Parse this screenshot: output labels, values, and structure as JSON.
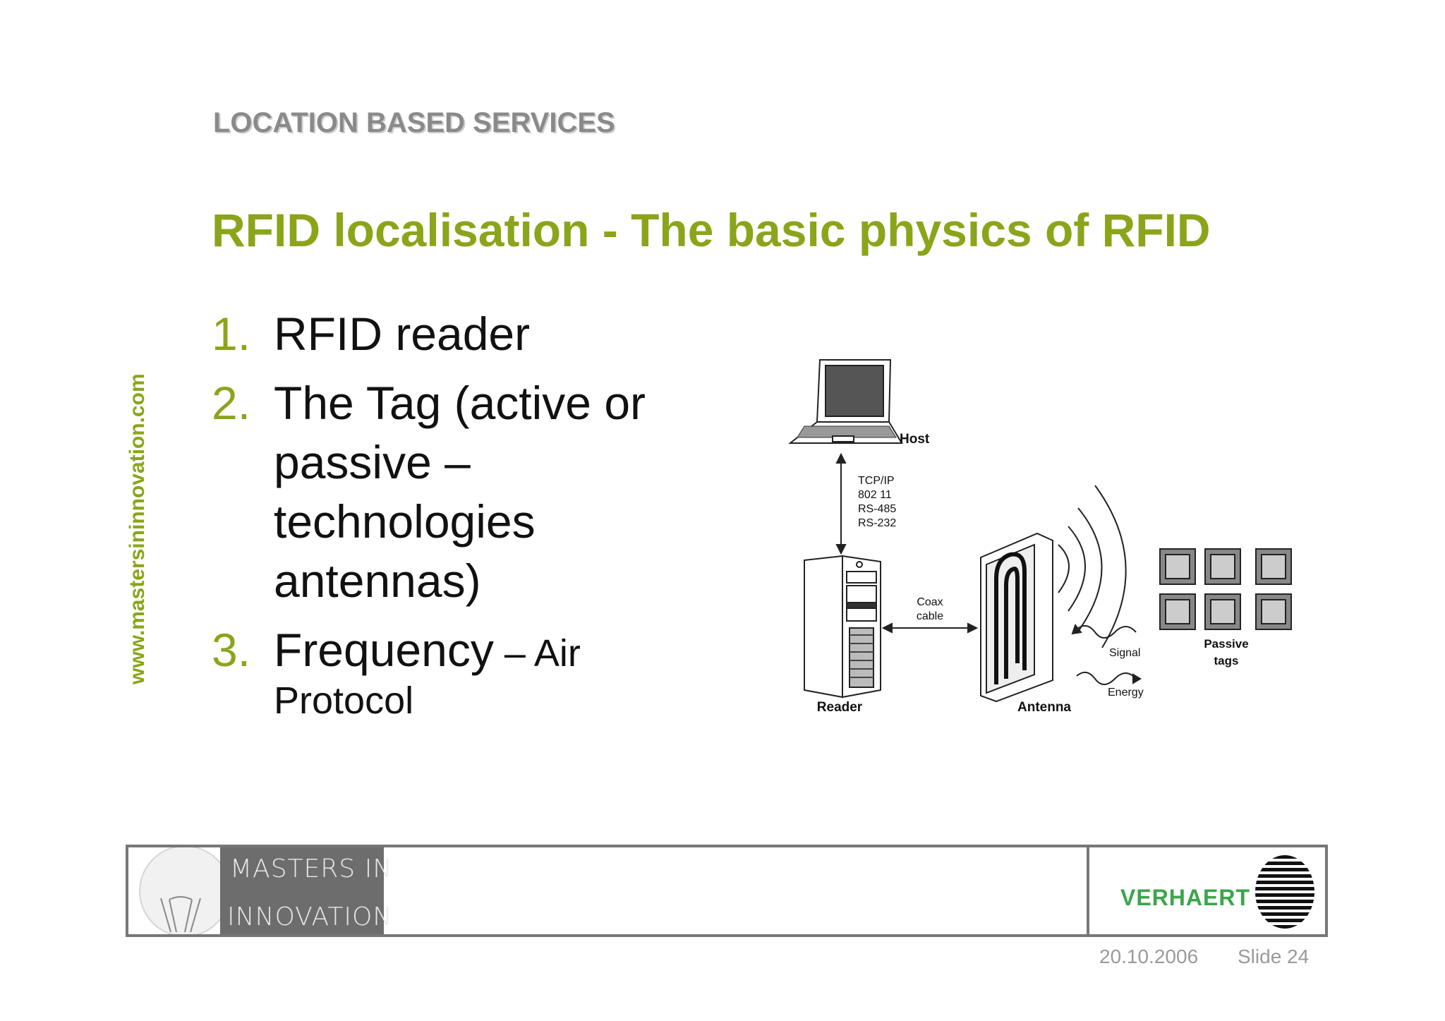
{
  "header": {
    "section": "LOCATION BASED SERVICES",
    "title": "RFID localisation - The basic physics of RFID"
  },
  "sidebar": {
    "url": "www.mastersininnovation.com"
  },
  "list": [
    {
      "num": "1.",
      "lines": [
        "RFID reader"
      ]
    },
    {
      "num": "2.",
      "lines": [
        "The Tag (active or",
        "passive –",
        "technologies",
        "antennas)"
      ]
    },
    {
      "num": "3.",
      "main": "Frequency",
      "suffix": " – Air",
      "cont": "Protocol"
    }
  ],
  "diagram": {
    "host": "Host",
    "protocols": [
      "TCP/IP",
      "802 11",
      "RS-485",
      "RS-232"
    ],
    "coax": [
      "Coax",
      "cable"
    ],
    "reader": "Reader",
    "antenna": "Antenna",
    "signal": "Signal",
    "energy": "Energy",
    "tags": [
      "Passive",
      "tags"
    ]
  },
  "footer": {
    "logo_line1": "MASTERS IN",
    "logo_line2": "INNOVATION",
    "brand": "VERHAERT",
    "date": "20.10.2006",
    "slide": "Slide 24"
  },
  "colors": {
    "accent_green": "#8aa51a",
    "brand_green": "#3aa64a",
    "grey": "#8a8a8a"
  }
}
